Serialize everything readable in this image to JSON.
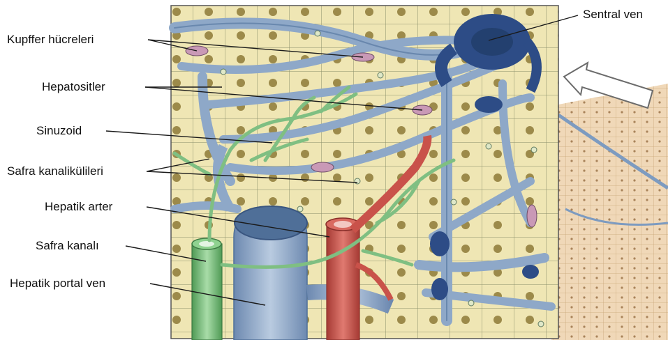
{
  "labels": {
    "sentral_ven": "Sentral ven",
    "kupffer": "Kupffer hücreleri",
    "hepatositler": "Hepatositler",
    "sinuzoid": "Sinuzoid",
    "safra_kanalikulileri": "Safra kanalikülileri",
    "hepatik_arter": "Hepatik arter",
    "safra_kanali": "Safra kanalı",
    "hepatik_portal_ven": "Hepatik portal ven"
  },
  "colors": {
    "hepatocyte": "#efe6b4",
    "hepatocyte_edge": "#8a8f6a",
    "nucleus": "#9c8a4a",
    "vessel": "#8ea8c8",
    "vessel_dark": "#4f6f98",
    "central_vein": "#2d4c86",
    "artery": "#c9524a",
    "bile": "#7fbf82",
    "kupffer": "#c999b6",
    "background_tissue": "#f0d8b8"
  }
}
